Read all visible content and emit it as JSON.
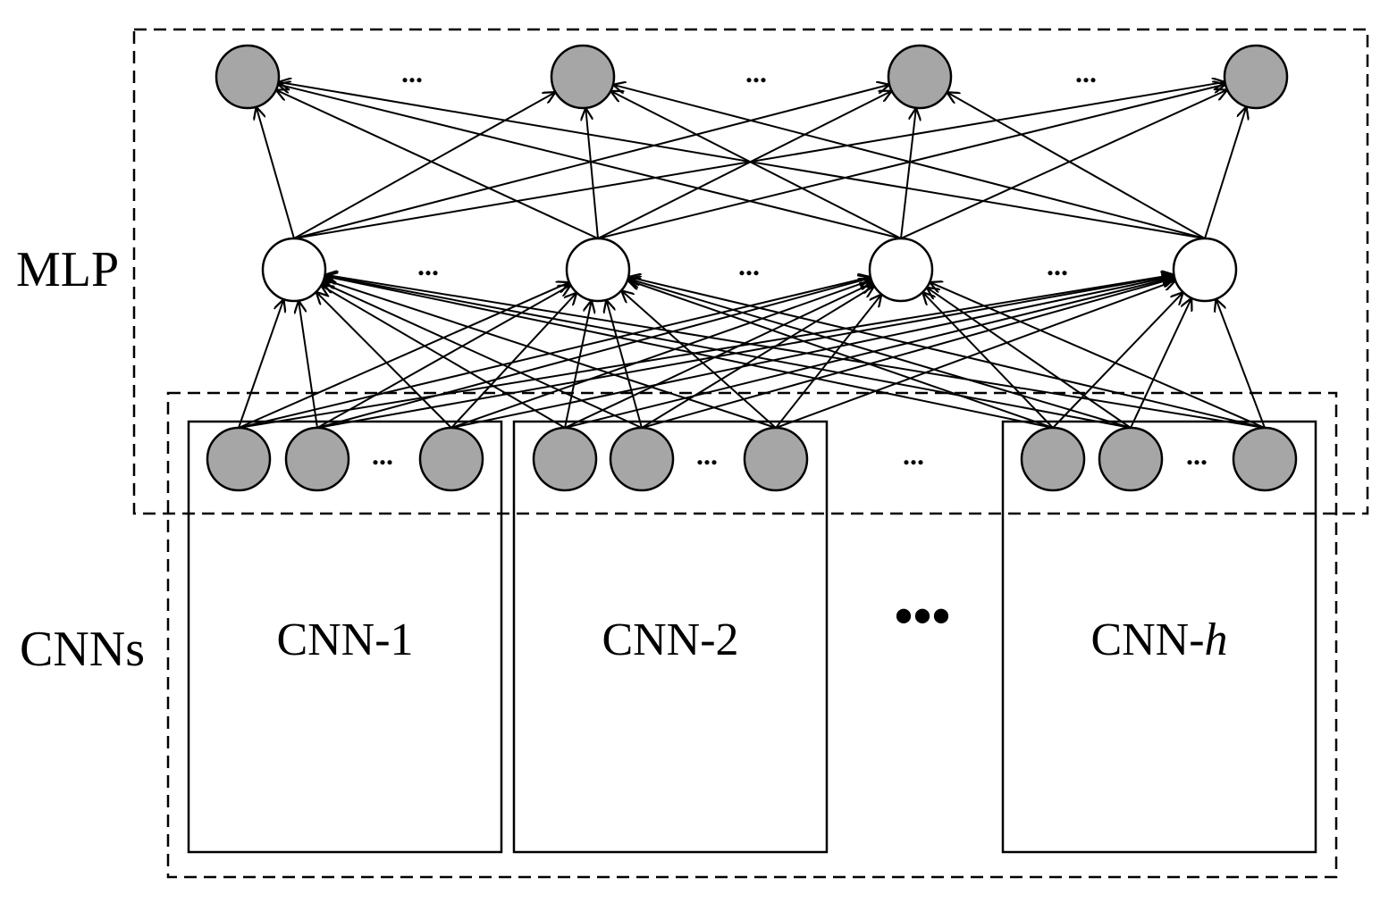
{
  "labels": {
    "mlp": "MLP",
    "cnns": "CNNs"
  },
  "cnn_blocks": [
    {
      "prefix": "CNN-",
      "suffix": "1",
      "suffix_italic": false
    },
    {
      "prefix": "CNN-",
      "suffix": "2",
      "suffix_italic": false
    },
    {
      "prefix": "CNN-",
      "suffix": "h",
      "suffix_italic": true
    }
  ],
  "ellipsis": "...",
  "big_ellipsis": "•••",
  "colors": {
    "filled_node": "#a6a6a6",
    "hidden_node": "#ffffff",
    "stroke": "#000000"
  }
}
